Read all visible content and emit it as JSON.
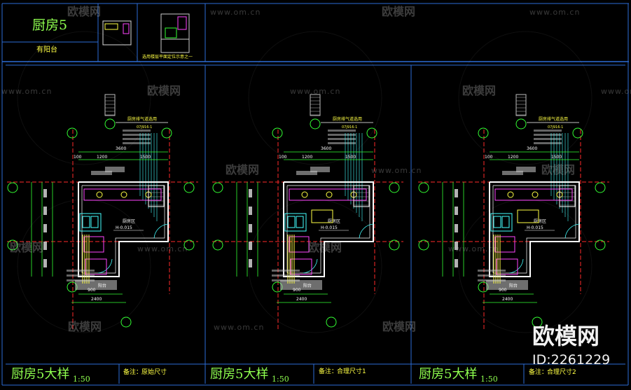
{
  "header": {
    "room_title": "厨房5",
    "subtitle": "有阳台",
    "keyplan_caption": "选用楼层平面定位示意之一"
  },
  "panels": [
    {
      "title": "厨房5大样",
      "scale": "1:50",
      "note": "备注：",
      "note_value": "原始尺寸"
    },
    {
      "title": "厨房5大样",
      "scale": "1:50",
      "note": "备注：",
      "note_value": "合理尺寸1"
    },
    {
      "title": "厨房5大样",
      "scale": "1:50",
      "note": "备注：",
      "note_value": "合理尺寸2"
    }
  ],
  "plan_labels": {
    "flue_label": "厨房排气道选用",
    "flue_code": "07J916-1",
    "room_name": "厨房区",
    "room_level": "H-0.015",
    "door_label": "阳台",
    "dim_overall": "3600",
    "dim_left": "1200",
    "dim_right": "1500",
    "dim_side": "100",
    "dim_bottom": "900",
    "dim_bottom_total": "2400"
  },
  "watermark": {
    "site": "www.om.cn",
    "brand": "欧模网"
  },
  "branding": {
    "logo": "欧模网",
    "id_text": "ID:2261229"
  },
  "colors": {
    "frame": "#2c6cd6",
    "title_green": "#8fff4f",
    "wall_white": "#ffffff",
    "dim_green": "#33ff33",
    "axis_red": "#ff2a2a",
    "furniture_magenta": "#ff44ff",
    "pipe_yellow": "#ffff44",
    "hatch_cyan": "#44ffff"
  }
}
